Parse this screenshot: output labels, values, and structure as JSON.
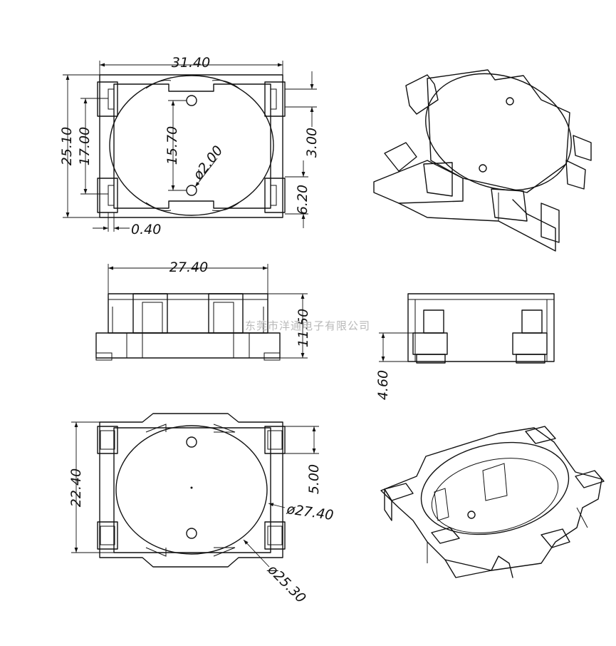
{
  "dimensions": {
    "top_view": {
      "overall_width": "31.40",
      "overall_height": "25.10",
      "pin_span": "17.00",
      "hole_spacing": "15.70",
      "hole_diameter": "ø2.00",
      "tab_height": "3.00",
      "tab_offset": "6.20",
      "lead_thickness": "0.40"
    },
    "front_view": {
      "width": "27.40",
      "height": "11.50"
    },
    "side_view": {
      "base_height": "4.60"
    },
    "bottom_view": {
      "overall_height": "22.40",
      "tab_span": "5.00",
      "outer_diameter": "ø27.40",
      "inner_diameter": "ø25.30"
    }
  },
  "watermark": "东莞市洋通电子有限公司"
}
